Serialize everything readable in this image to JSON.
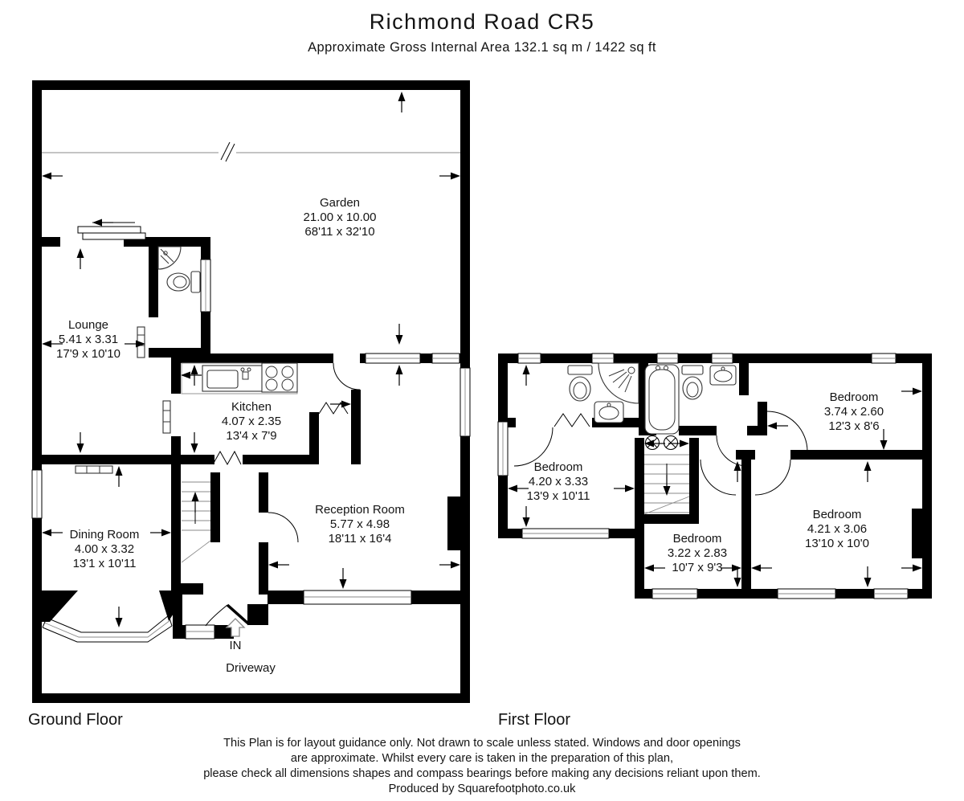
{
  "header": {
    "title": "Richmond Road CR5",
    "subtitle": "Approximate Gross Internal Area  132.1 sq m / 1422 sq ft"
  },
  "floors": {
    "ground": {
      "label": "Ground Floor"
    },
    "first": {
      "label": "First Floor"
    }
  },
  "rooms": {
    "garden": {
      "name": "Garden",
      "metric": "21.00 x 10.00",
      "imperial": "68'11 x 32'10"
    },
    "lounge": {
      "name": "Lounge",
      "metric": "5.41 x 3.31",
      "imperial": "17'9 x 10'10"
    },
    "kitchen": {
      "name": "Kitchen",
      "metric": "4.07 x 2.35",
      "imperial": "13'4 x 7'9"
    },
    "dining_room": {
      "name": "Dining Room",
      "metric": "4.00 x 3.32",
      "imperial": "13'1 x 10'11"
    },
    "reception_room": {
      "name": "Reception Room",
      "metric": "5.77 x 4.98",
      "imperial": "18'11 x 16'4"
    },
    "bedroom_front_left": {
      "name": "Bedroom",
      "metric": "4.20 x 3.33",
      "imperial": "13'9 x 10'11"
    },
    "bedroom_top_right": {
      "name": "Bedroom",
      "metric": "3.74 x 2.60",
      "imperial": "12'3 x 8'6"
    },
    "bedroom_bottom_middle": {
      "name": "Bedroom",
      "metric": "3.22 x 2.83",
      "imperial": "10'7 x 9'3"
    },
    "bedroom_bottom_right": {
      "name": "Bedroom",
      "metric": "4.21 x 3.06",
      "imperial": "13'10 x 10'0"
    }
  },
  "entrance": {
    "in_label": "IN",
    "driveway_label": "Driveway"
  },
  "disclaimer": {
    "line1": "This Plan is for layout guidance only. Not drawn to scale unless stated. Windows and door openings",
    "line2": "are approximate. Whilst every care is taken in the preparation of this plan,",
    "line3": "please check all dimensions shapes and compass bearings before making any decisions reliant upon them.",
    "line4": "Produced by Squarefootphoto.co.uk"
  },
  "colors": {
    "wall": "#000000",
    "background": "#ffffff",
    "fixture_line": "#333333"
  }
}
